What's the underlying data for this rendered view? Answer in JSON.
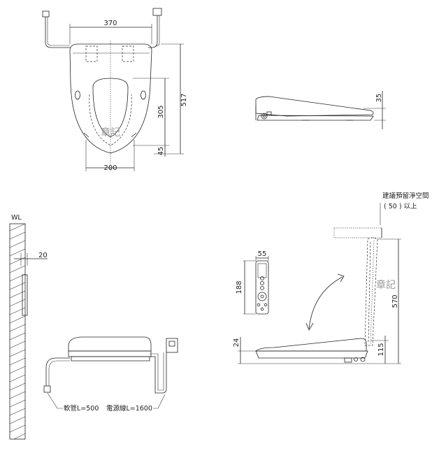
{
  "top_view": {
    "dim_width": "370",
    "dim_length": "517",
    "dim_seat": "305",
    "dim_rear": "45",
    "dim_bottom": "200",
    "watermark": "章記"
  },
  "side_view_top": {
    "dim_height": "35"
  },
  "wall_view": {
    "wall_label": "WL",
    "dim_offset": "20",
    "hose_label": "軟管L=500",
    "cord_label": "電源線L=1600"
  },
  "remote": {
    "dim_width": "55",
    "dim_height": "188"
  },
  "open_view": {
    "note_line1": "建議預留淨空間",
    "note_line2": "( 50 ) 以上",
    "dim_open": "570",
    "dim_base": "115",
    "dim_seat": "24",
    "watermark": "章記"
  }
}
